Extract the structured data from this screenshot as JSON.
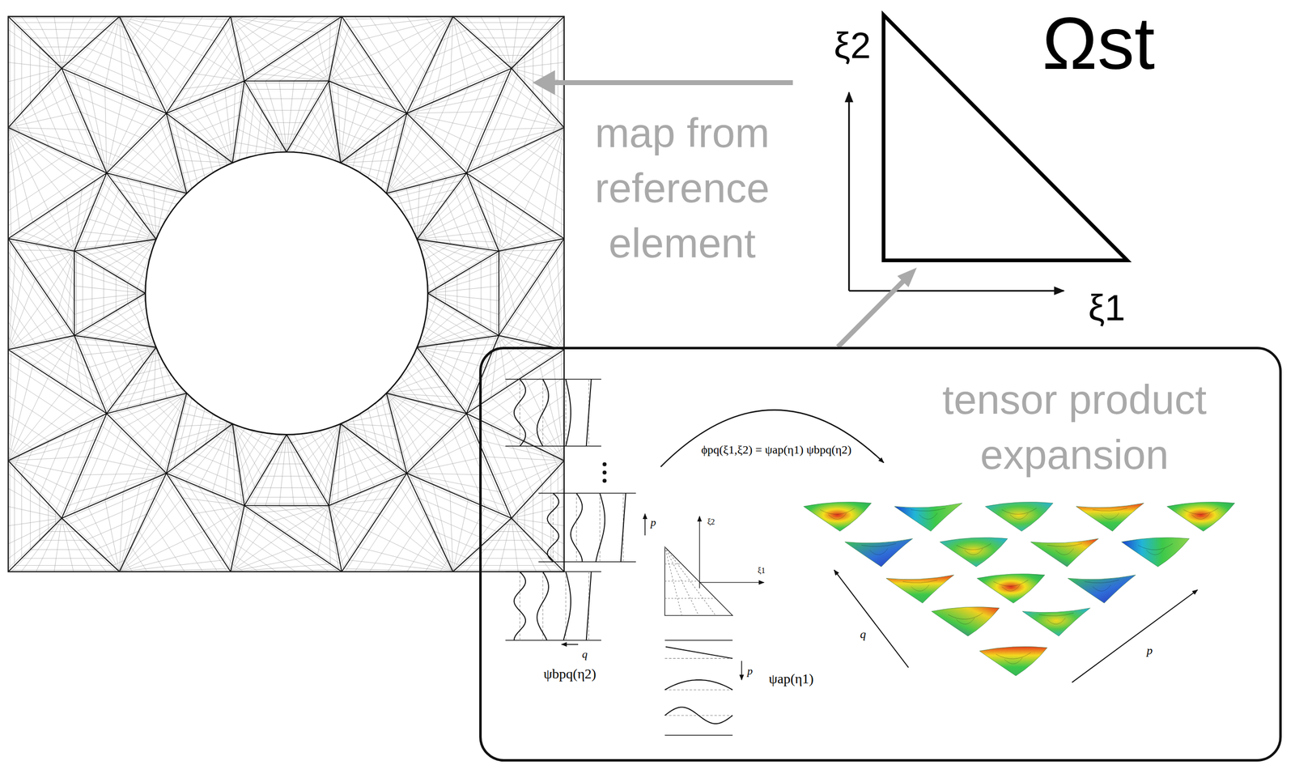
{
  "diagram": {
    "nodes": [
      {
        "text": [
          "Ωst"
        ]
      },
      {
        "text": [
          "tensor product expansion"
        ]
      }
    ],
    "edges": [
      {
        "from": 1,
        "to": 0,
        "arrow": "to"
      }
    ],
    "labels": [
      "map from reference element",
      "ξ2",
      "ξ1",
      "ϕpq(ξ1,ξ2) = ψap(η1) ψbpq(η2)",
      "p",
      "q",
      "ψbpq(η2)",
      "ξ2",
      "ξ1",
      "p",
      "ψap(η1)",
      "q",
      "p"
    ]
  }
}
